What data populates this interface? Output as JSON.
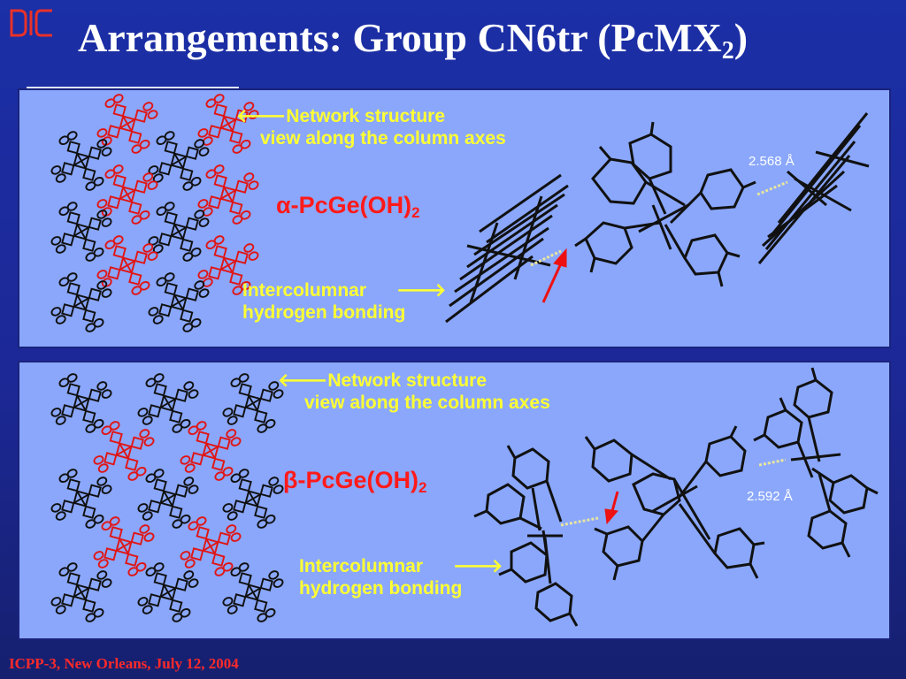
{
  "slide": {
    "title_prefix": "Arrangements: Group CN6tr (PcMX",
    "title_subscript": "2",
    "title_suffix": ")",
    "footer": "ICPP-3, New Orleans, July 12, 2004"
  },
  "logo": {
    "icon": "dic-logo-icon",
    "color": "#e8312a"
  },
  "colors": {
    "panel_bg": "#8aa7fb",
    "annotation_text": "#ffff33",
    "compound_label": "#ff1a1a",
    "arrow": "#ee1111",
    "molecule_black": "#111111",
    "molecule_red": "#e01616",
    "hbond": "#e8e6a0"
  },
  "panels": [
    {
      "id": "alpha",
      "network_label": "Network structure",
      "network_sub": "view along the column axes",
      "compound_greek": "α",
      "compound_name": "-PcGe(OH)",
      "compound_sub": "2",
      "intercolumnar": "Intercolumnar",
      "hydrogen": "hydrogen bonding",
      "distance": "2.568 Å"
    },
    {
      "id": "beta",
      "network_label": "Network structure",
      "network_sub": "view along the column axes",
      "compound_greek": "β",
      "compound_name": "-PcGe(OH)",
      "compound_sub": "2",
      "intercolumnar": "Intercolumnar",
      "hydrogen": "hydrogen bonding",
      "distance": "2.592 Å"
    }
  ]
}
